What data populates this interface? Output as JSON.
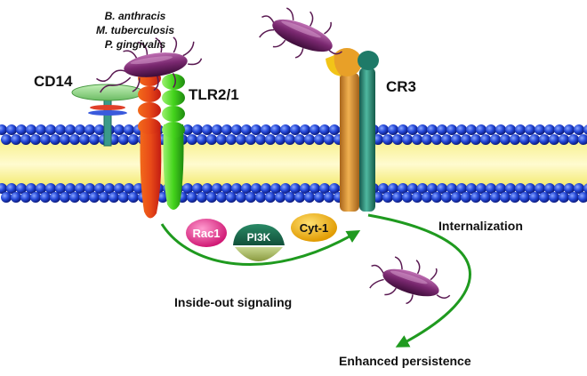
{
  "species": [
    "B. anthracis",
    "M. tuberculosis",
    "P. gingivalis"
  ],
  "labels": {
    "cd14": "CD14",
    "tlr": "TLR2/1",
    "cr3": "CR3",
    "rac1": "Rac1",
    "pi3k": "PI3K",
    "cyt1": "Cyt-1",
    "internalization": "Internalization",
    "inside_out": "Inside-out signaling",
    "persistence": "Enhanced persistence"
  },
  "colors": {
    "membrane_head": "#1e3ccc",
    "membrane_tail": "#f4ec6a",
    "bacterium": "#7a2870",
    "arrow": "#1f9a1f",
    "tlr2": "#e2431a",
    "tlr1": "#46d61c",
    "cd14": "#8fd08a",
    "cr3_orange": "#d08a28",
    "cr3_teal": "#2a8a78",
    "rac1": "#e8308a",
    "pi3k": "#1f6e52",
    "cyt1": "#f2b410"
  }
}
